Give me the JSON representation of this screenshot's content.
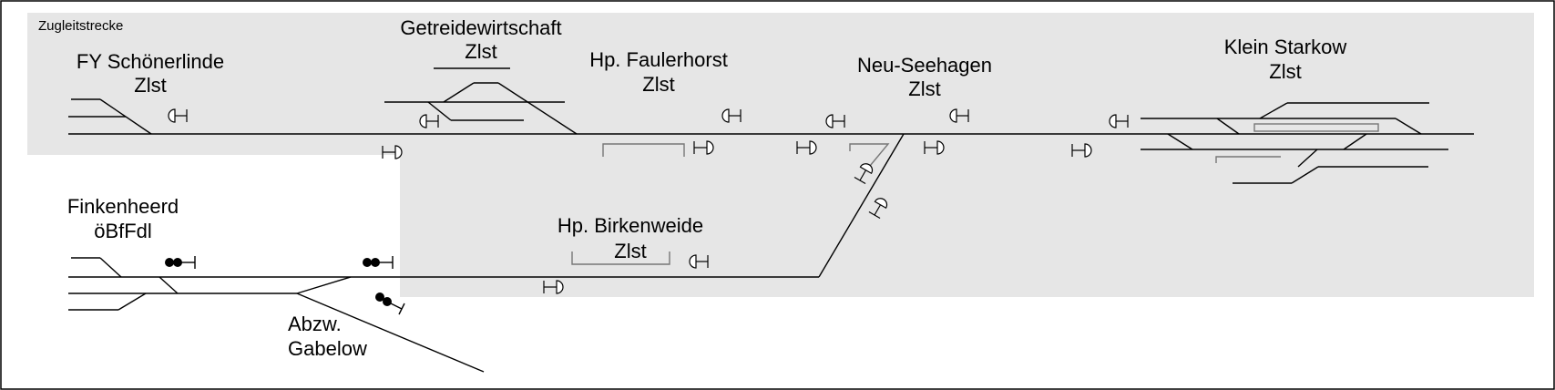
{
  "region_label": "Zugleitstrecke",
  "stations": {
    "schoenerlinde": {
      "line1": "FY Schönerlinde",
      "line2": "Zlst"
    },
    "getreide": {
      "line1": "Getreidewirtschaft",
      "line2": "Zlst"
    },
    "faulerhorst": {
      "line1": "Hp. Faulerhorst",
      "line2": "Zlst"
    },
    "seehagen": {
      "line1": "Neu-Seehagen",
      "line2": "Zlst"
    },
    "starkow": {
      "line1": "Klein Starkow",
      "line2": "Zlst"
    },
    "finkenheerd": {
      "line1": "Finkenheerd",
      "line2": "öBfFdl"
    },
    "birkenweide": {
      "line1": "Hp. Birkenweide",
      "line2": "Zlst"
    },
    "gabelow": {
      "line1": "Abzw.",
      "line2": "Gabelow"
    }
  },
  "colors": {
    "zone_fill": "#e6e6e6",
    "track": "#000000",
    "platform": "#777777"
  }
}
